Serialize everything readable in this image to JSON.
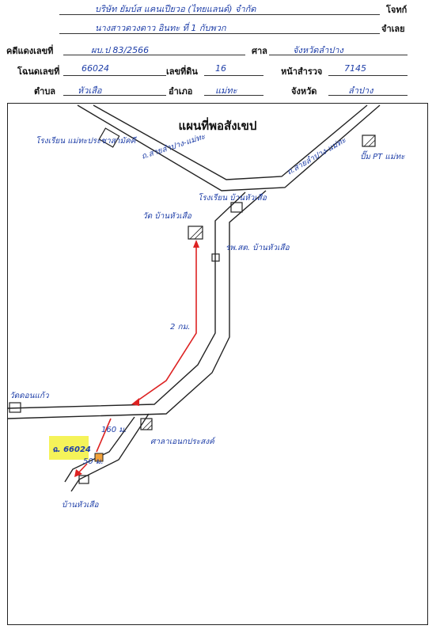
{
  "header": {
    "party_label": "โจทก์",
    "party_value": "บริษัท ยัมบ์ส แคนเปียวอ (ไทยแลนด์) จำกัด",
    "defendant_label": "จำเลย",
    "defendant_value": "นางสาวดวงดาว อินทะ ที่ 1 กับพวก",
    "case_label": "คดีแดงเลขที่",
    "case_value": "ผบ.ป 83/2566",
    "court_label": "ศาล",
    "court_value": "จังหวัดลำปาง",
    "deed_label": "โฉนดเลขที่",
    "deed_value": "66024",
    "land_no_label": "เลขที่ดิน",
    "land_no_value": "16",
    "survey_label": "หน้าสำรวจ",
    "survey_value": "7145",
    "subdistrict_label": "ตำบล",
    "subdistrict_value": "หัวเสือ",
    "district_label": "อำเภอ",
    "district_value": "แม่ทะ",
    "province_label": "จังหวัด",
    "province_value": "ลำปาง"
  },
  "map": {
    "title": "แผนที่พอสังเขป",
    "labels": {
      "school_top_left": "โรงเรียน แม่ทะประชาสามัคคี",
      "road_left": "ถ.สายลำปาง-แม่ทะ",
      "road_right": "ถ.สายลำปาง-แม่ทะ",
      "pt_mae_tha": "ปั๊ม PT แม่ทะ",
      "school_mid": "โรงเรียน บ้านหัวเสือ",
      "temple": "วัด บ้านหัวเสือ",
      "health_center": "รพ.สต. บ้านหัวเสือ",
      "distance_2km": "2 กม.",
      "temple_left": "วัดดอนแก้ว",
      "distance_160": "160 ม.",
      "distance_50": "50 ม.",
      "deed_tag": "ฉ. 66024",
      "hall": "ศาลาเอนกประสงค์",
      "bottom_village": "บ้านหัวเสือ"
    }
  }
}
